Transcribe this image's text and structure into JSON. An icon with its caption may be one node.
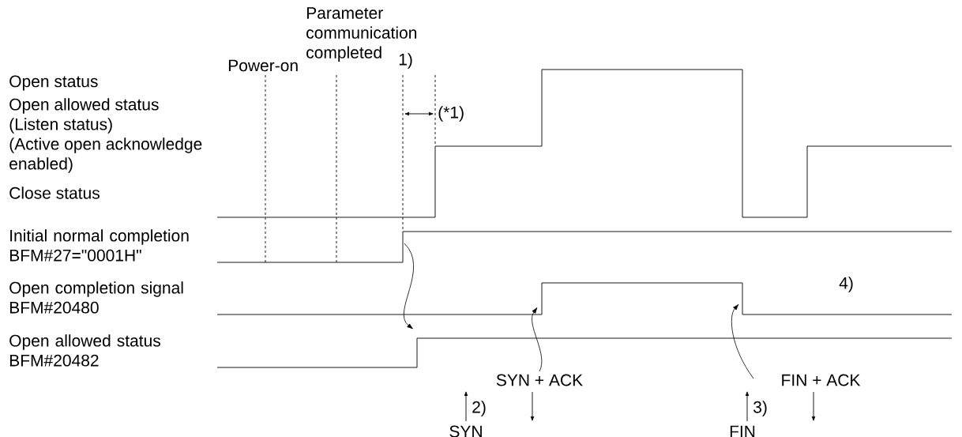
{
  "diagram": {
    "labels": [
      "Parameter communication completed",
      "Power-on",
      "1)",
      "Open status",
      "Open allowed status (Listen status) (Active open acknowledge enabled)",
      "(*1)",
      "Close status",
      "Initial normal completion BFM#27=\"0001H\"",
      "Open completion signal BFM#20480",
      "4)",
      "Open allowed status BFM#20482",
      "SYN + ACK",
      "FIN + ACK",
      "2)",
      "3)",
      "SYN",
      "FIN"
    ]
  }
}
